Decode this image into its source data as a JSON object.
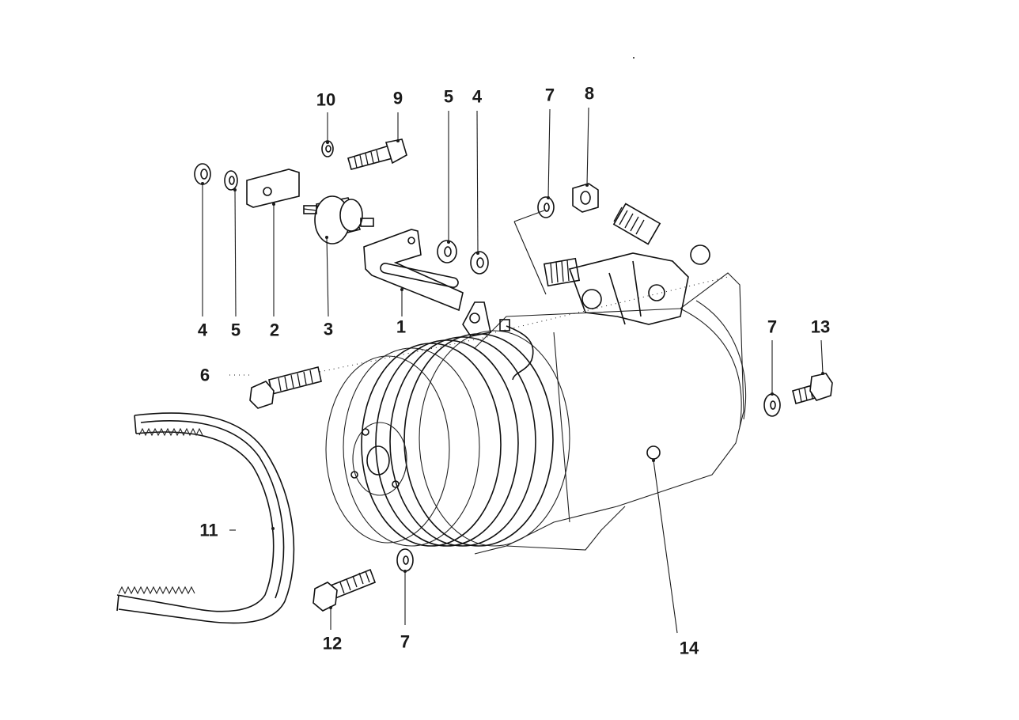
{
  "diagram": {
    "callouts": [
      {
        "id": "c-10",
        "text": "10"
      },
      {
        "id": "c-9",
        "text": "9"
      },
      {
        "id": "c-5a",
        "text": "5"
      },
      {
        "id": "c-4a",
        "text": "4"
      },
      {
        "id": "c-7a",
        "text": "7"
      },
      {
        "id": "c-8",
        "text": "8"
      },
      {
        "id": "c-4b",
        "text": "4"
      },
      {
        "id": "c-5b",
        "text": "5"
      },
      {
        "id": "c-2",
        "text": "2"
      },
      {
        "id": "c-3",
        "text": "3"
      },
      {
        "id": "c-1",
        "text": "1"
      },
      {
        "id": "c-6",
        "text": "6"
      },
      {
        "id": "c-7b",
        "text": "7"
      },
      {
        "id": "c-13",
        "text": "13"
      },
      {
        "id": "c-11",
        "text": "11"
      },
      {
        "id": "c-12",
        "text": "12"
      },
      {
        "id": "c-7c",
        "text": "7"
      },
      {
        "id": "c-14",
        "text": "14"
      }
    ]
  },
  "parts": [
    {
      "name": "bracket-1-icon"
    },
    {
      "name": "plate-2-icon"
    },
    {
      "name": "rubber-mount-3-icon"
    },
    {
      "name": "washer-4-icon"
    },
    {
      "name": "washer-5-icon"
    },
    {
      "name": "bolt-6-icon"
    },
    {
      "name": "washer-7-icon"
    },
    {
      "name": "nut-8-icon"
    },
    {
      "name": "bolt-9-icon"
    },
    {
      "name": "lock-washer-10-icon"
    },
    {
      "name": "v-belt-11-icon"
    },
    {
      "name": "bolt-12-icon"
    },
    {
      "name": "bolt-13-icon"
    },
    {
      "name": "compressor-14-icon"
    }
  ]
}
